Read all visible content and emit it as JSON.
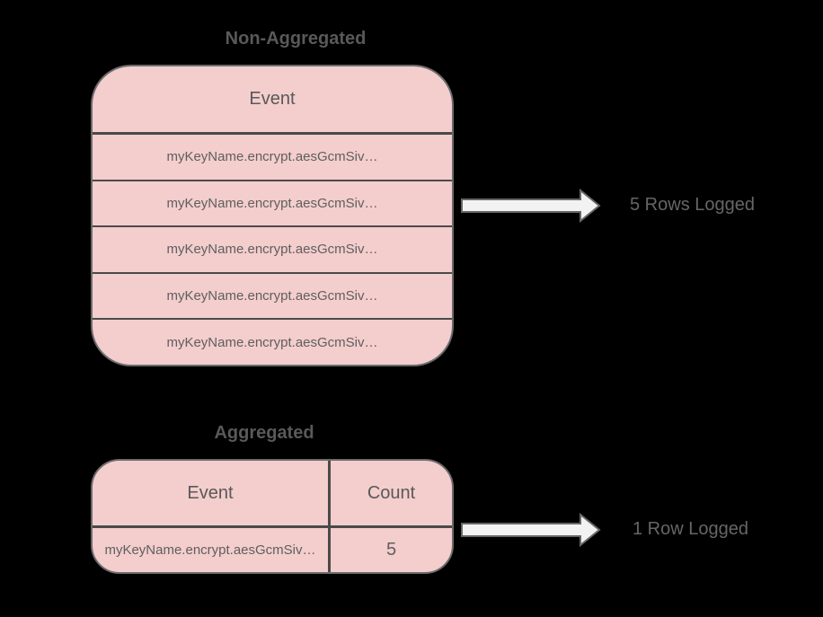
{
  "colors": {
    "background": "#000000",
    "table_fill": "#f4cdcd",
    "table_border": "#6b6b6b",
    "divider": "#4a4a4a",
    "heading_text": "#595959",
    "cell_text": "#5f5f5f",
    "label_text": "#666666",
    "arrow_fill": "#f2f2f2",
    "arrow_stroke": "#666666"
  },
  "non_aggregated": {
    "title": "Non-Aggregated",
    "header": "Event",
    "rows": [
      "myKeyName.encrypt.aesGcmSiv…",
      "myKeyName.encrypt.aesGcmSiv…",
      "myKeyName.encrypt.aesGcmSiv…",
      "myKeyName.encrypt.aesGcmSiv…",
      "myKeyName.encrypt.aesGcmSiv…"
    ],
    "arrow_label": "5 Rows Logged"
  },
  "aggregated": {
    "title": "Aggregated",
    "headers": {
      "event": "Event",
      "count": "Count"
    },
    "row": {
      "event": "myKeyName.encrypt.aesGcmSiv…",
      "count": "5"
    },
    "arrow_label": "1 Row Logged"
  }
}
